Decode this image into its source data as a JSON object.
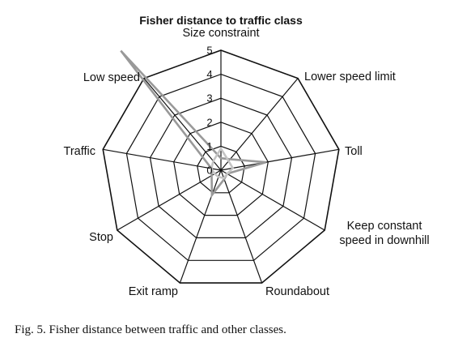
{
  "chart_data": {
    "type": "radar",
    "title": "Fisher distance to traffic class",
    "axes": [
      "Size constraint",
      "Lower speed limit",
      "Toll",
      "Keep constant speed in downhill",
      "Roundabout",
      "Exit ramp",
      "Stop",
      "Traffic",
      "Low speed"
    ],
    "rlim": [
      0,
      5
    ],
    "r_ticks": [
      "0",
      "1",
      "2",
      "3",
      "4",
      "5"
    ],
    "grid": true,
    "series": [
      {
        "values": [
          0.5,
          0.6,
          1.9,
          0.3,
          0.4,
          1.1,
          0.45,
          0.4,
          6.5
        ],
        "color": "#999999"
      },
      {
        "values": [
          0.9,
          0.5,
          0.5,
          0.3,
          0.35,
          0.3,
          0.3,
          0.4,
          0.5
        ],
        "color": "#c4c4c4"
      }
    ],
    "grid_color": "#111111"
  },
  "caption": "Fig. 5.    Fisher distance between traffic and other classes."
}
